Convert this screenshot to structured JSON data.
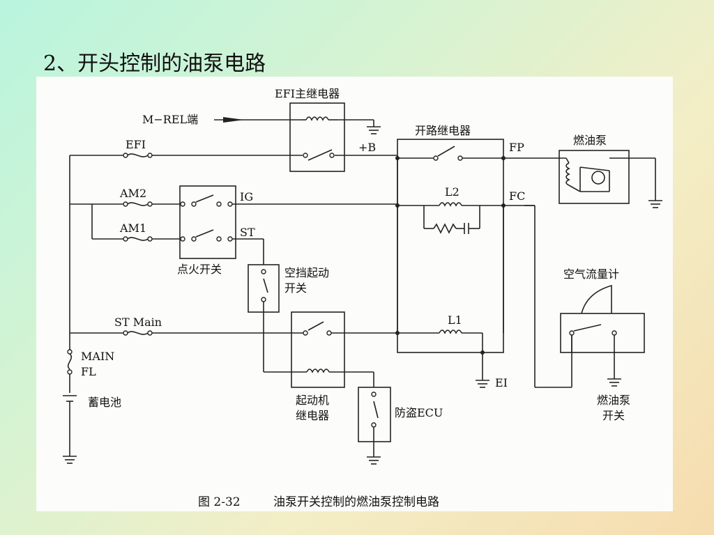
{
  "slide": {
    "title": "2、开头控制的油泵电路"
  },
  "labels": {
    "efi_main_relay": "EFI主继电器",
    "m_rel": "M−REL端",
    "efi": "EFI",
    "plus_b": "+B",
    "circuit_open_relay": "开路继电器",
    "fp": "FP",
    "fuel_pump": "燃油泵",
    "am2": "AM2",
    "ig": "IG",
    "l2": "L2",
    "fc": "FC",
    "am1": "AM1",
    "st": "ST",
    "ignition_switch": "点火开关",
    "neutral_start_line1": "空挡起动",
    "neutral_start_line2": "开关",
    "airflow_meter": "空气流量计",
    "st_main": "ST  Main",
    "l1": "L1",
    "main_fl_line1": "MAIN",
    "main_fl_line2": "FL",
    "battery": "蓄电池",
    "ei": "EI",
    "starter_relay_line1": "起动机",
    "starter_relay_line2": "继电器",
    "anti_theft_ecu": "防盗ECU",
    "fuel_pump_switch_line1": "燃油泵",
    "fuel_pump_switch_line2": "开关"
  },
  "caption": {
    "figure_number": "图 2-32",
    "text": "油泵开关控制的燃油泵控制电路"
  }
}
